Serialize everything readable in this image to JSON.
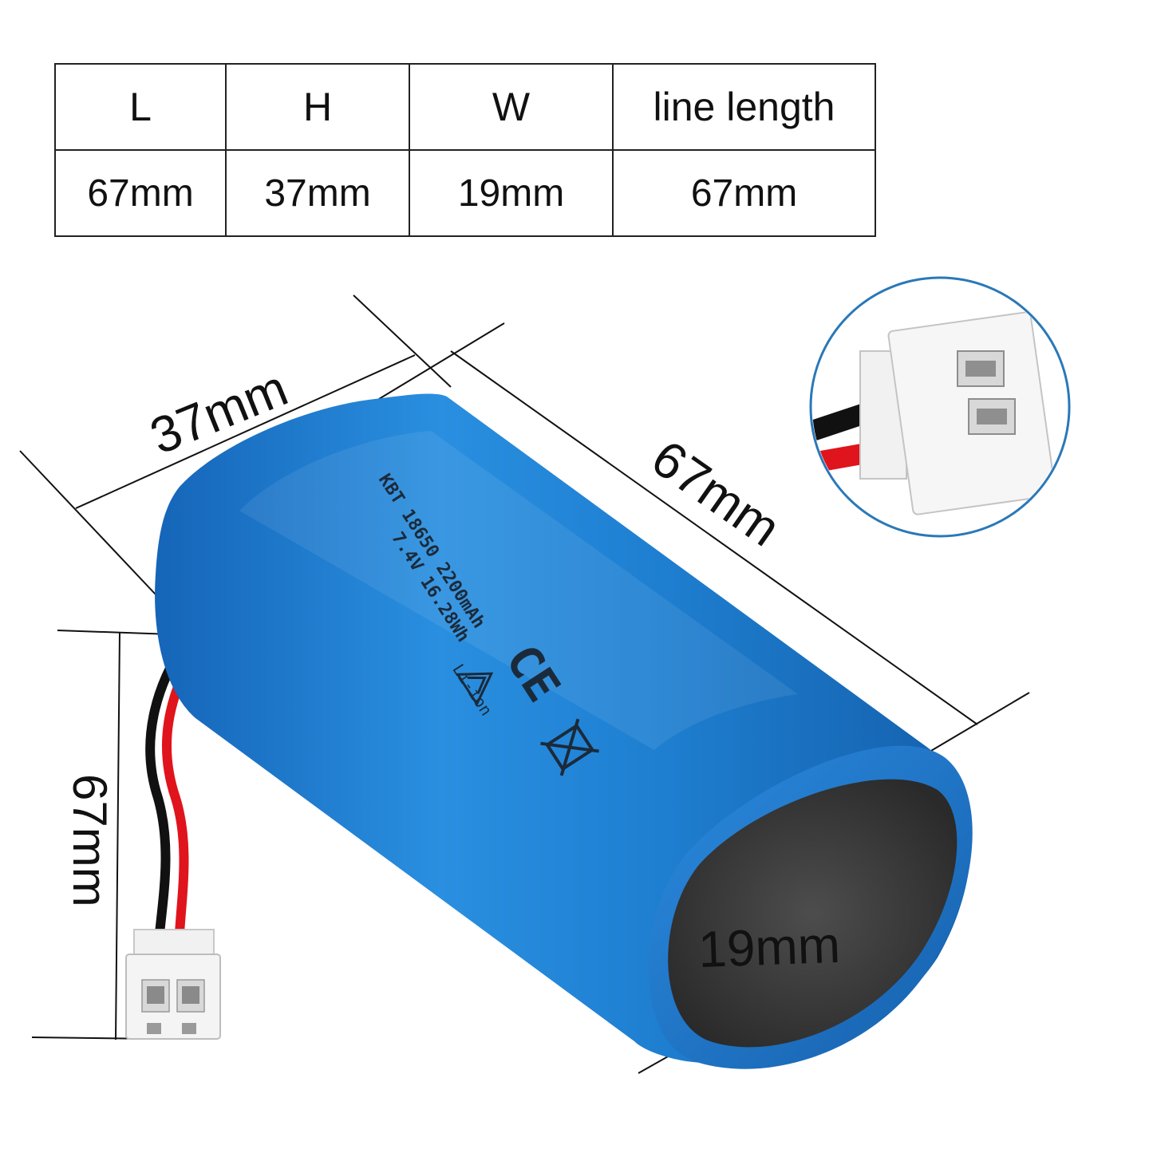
{
  "spec_table": {
    "headers": [
      "L",
      "H",
      "W",
      "line length"
    ],
    "values": [
      "67mm",
      "37mm",
      "19mm",
      "67mm"
    ]
  },
  "dimensions": {
    "height_label": "37mm",
    "length_label": "67mm",
    "wire_label": "67mm",
    "width_label": "19mm"
  },
  "battery_print": {
    "line1": "KBT 18650 2200mAh",
    "line2": "7.4V 16.28Wh",
    "line3": "Li-ion",
    "mark": "CE"
  },
  "colors": {
    "battery_blue": "#1f7fd0",
    "wire_red": "#e0141c",
    "wire_black": "#111111",
    "connector_white": "#f2f2f2",
    "inset_ring": "#2a78b8"
  }
}
